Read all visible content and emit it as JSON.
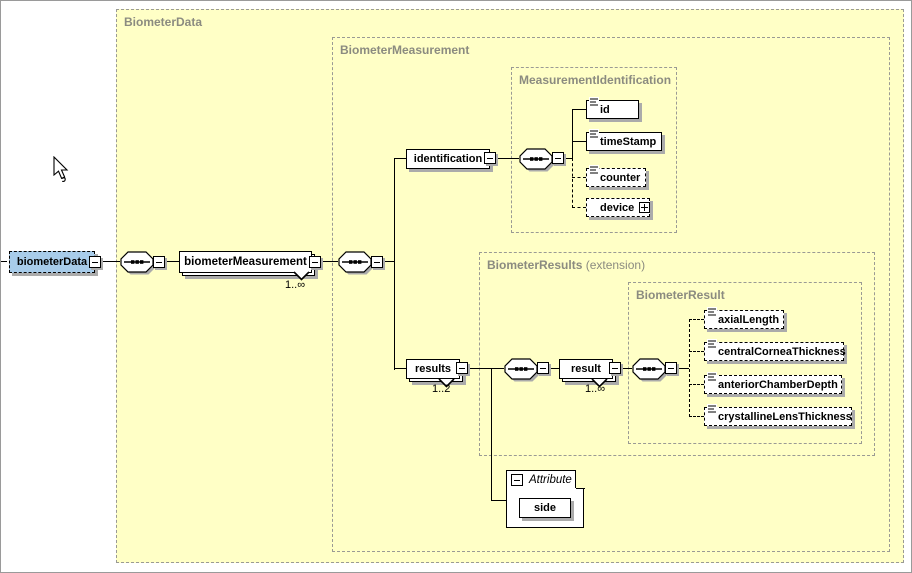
{
  "diagram": {
    "containers": {
      "biometerData": {
        "label": "BiometerData"
      },
      "biometerMeasurement": {
        "label": "BiometerMeasurement"
      },
      "measurementIdentification": {
        "label": "MeasurementIdentification"
      },
      "biometerResults": {
        "label": "BiometerResults",
        "suffix": " (extension)"
      },
      "biometerResult": {
        "label": "BiometerResult"
      }
    },
    "elements": {
      "biometerData": {
        "label": "biometerData"
      },
      "biometerMeasurement": {
        "label": "biometerMeasurement",
        "cardinality": "1..∞"
      },
      "identification": {
        "label": "identification"
      },
      "id": {
        "label": "id"
      },
      "timeStamp": {
        "label": "timeStamp"
      },
      "counter": {
        "label": "counter"
      },
      "device": {
        "label": "device"
      },
      "results": {
        "label": "results",
        "cardinality": "1..2"
      },
      "result": {
        "label": "result",
        "cardinality": "1..∞"
      },
      "axialLength": {
        "label": "axialLength"
      },
      "centralCorneaThickness": {
        "label": "centralCorneaThickness"
      },
      "anteriorChamberDepth": {
        "label": "anteriorChamberDepth"
      },
      "crystallineLensThickness": {
        "label": "crystallineLensThickness"
      },
      "side": {
        "label": "side"
      }
    },
    "attributeGroup": {
      "label": "Attribute"
    },
    "colors": {
      "containerFill": "#FFFFC6",
      "selectedFill": "#A8CCEA",
      "containerLabel": "#8B8B80",
      "shadow": "#ABABAB"
    }
  }
}
